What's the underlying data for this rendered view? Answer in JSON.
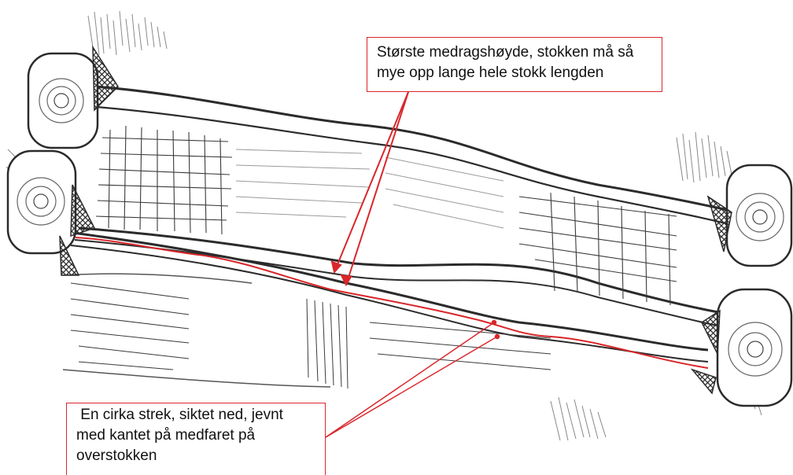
{
  "callouts": {
    "top": {
      "lines": [
        "Største medragshøyde, stokken må så",
        "mye opp lange hele stokk lengden"
      ]
    },
    "bottom": {
      "lines": [
        " En cirka strek, siktet ned, jevnt",
        "med kantet på medfaret på",
        "overstokken"
      ]
    }
  },
  "colors": {
    "pencil": "#2b2b2b",
    "pencil_light": "#8a8a8a",
    "annotation_red": "#d9262a"
  }
}
